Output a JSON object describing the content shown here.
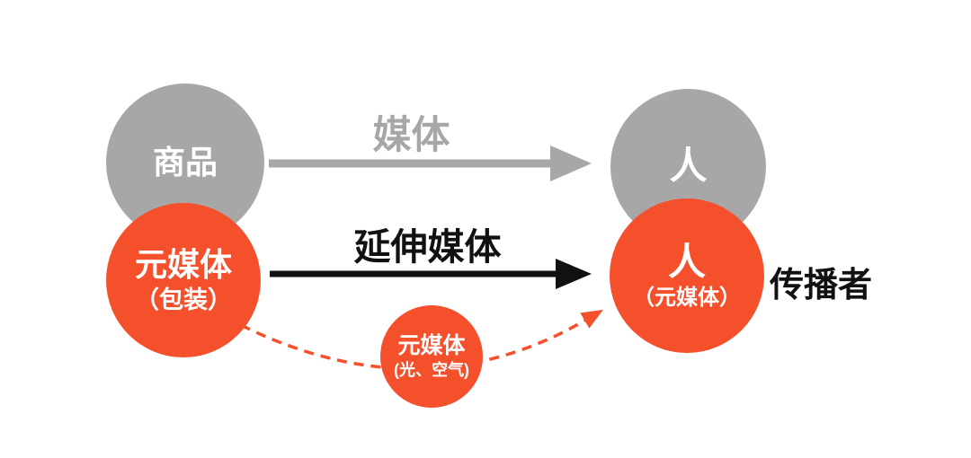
{
  "diagram": {
    "top_row": {
      "left_circle_label": "商品",
      "right_circle_label": "人",
      "arrow_label": "媒体"
    },
    "middle_row": {
      "left_circle_line1": "元媒体",
      "left_circle_line2": "（包装）",
      "right_circle_line1": "人",
      "right_circle_line2": "（元媒体）",
      "arrow_label": "延伸媒体",
      "side_label": "传播者"
    },
    "bottom": {
      "small_circle_line1": "元媒体",
      "small_circle_line2": "(光、空气)"
    },
    "colors": {
      "gray": "#a7a7a7",
      "orange": "#f4502c",
      "black": "#111111",
      "text_on_circle": "#ffffff"
    }
  }
}
